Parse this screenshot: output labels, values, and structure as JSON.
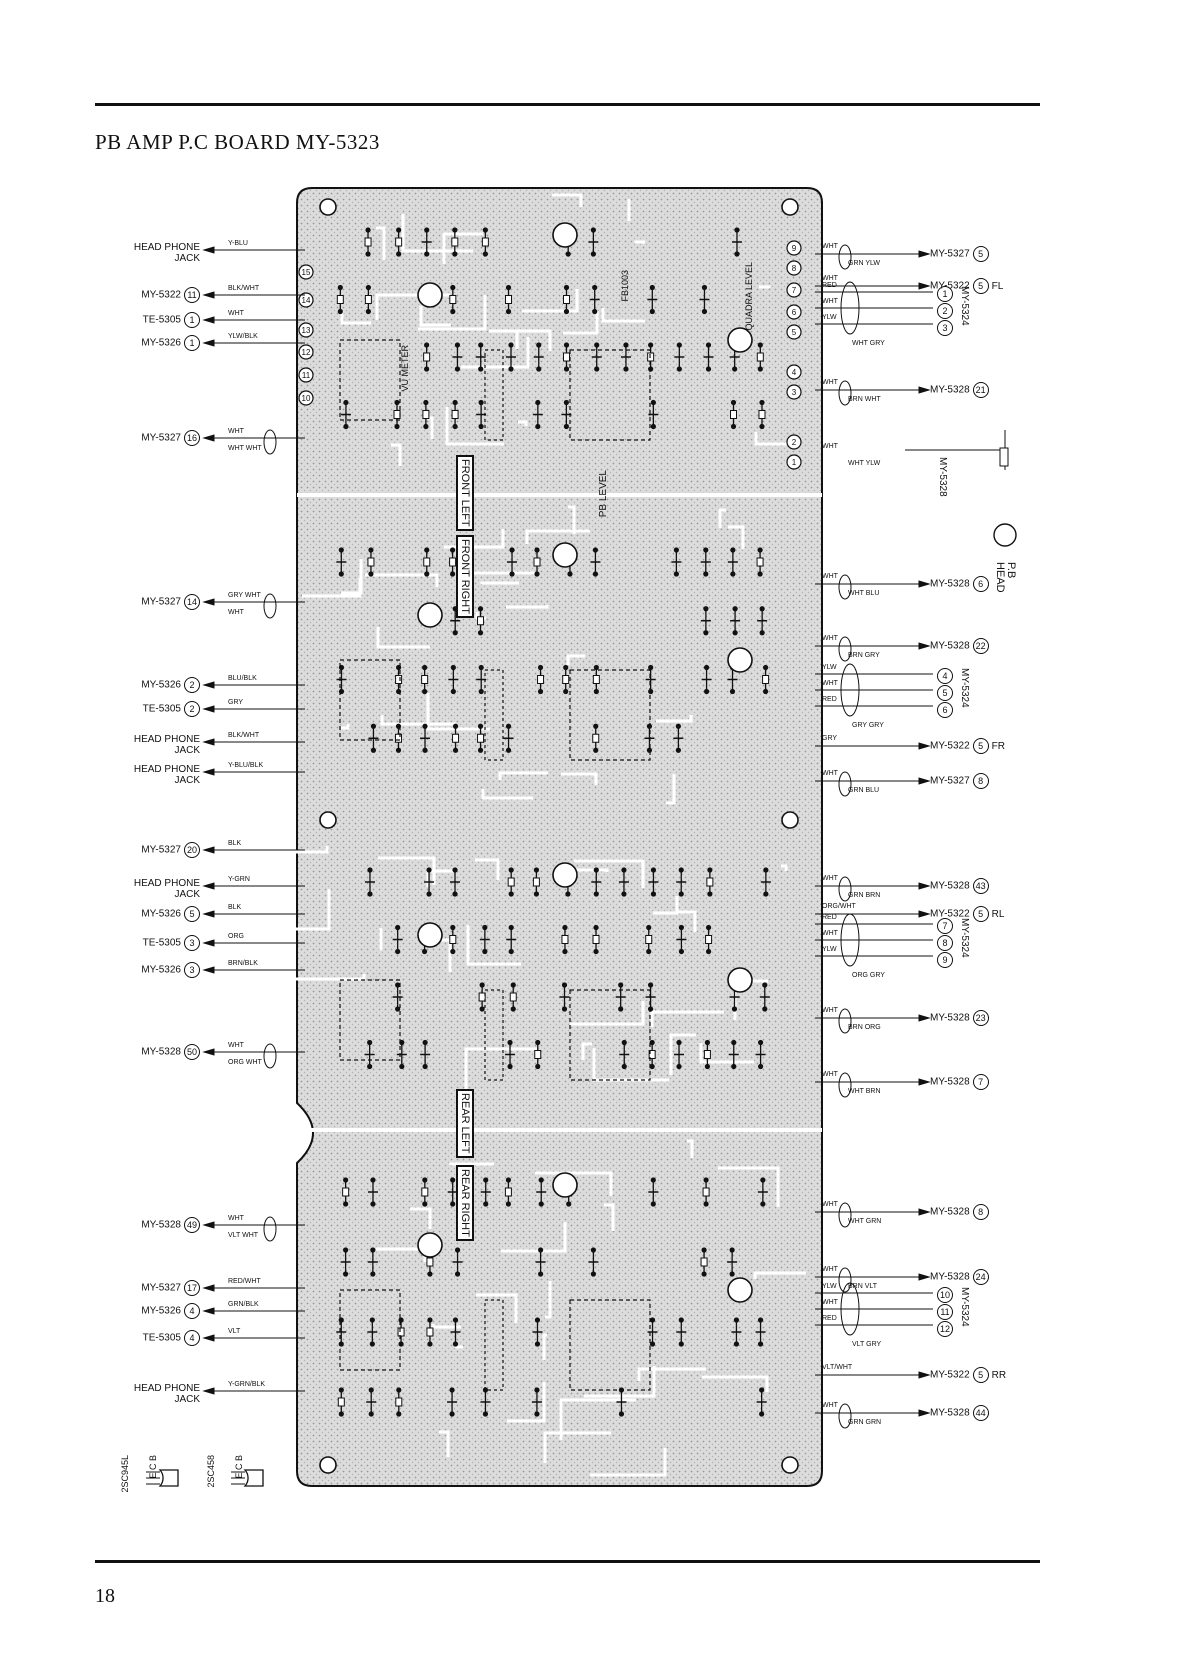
{
  "title": "PB AMP P.C BOARD  MY-5323",
  "page_number": "18",
  "sections": [
    "FRONT LEFT",
    "FRONT RIGHT",
    "REAR LEFT",
    "REAR RIGHT"
  ],
  "left_connections": [
    {
      "label": "HEAD PHONE\nJACK",
      "wire": "Y-BLU",
      "circle": ""
    },
    {
      "label": "MY-5322",
      "wire": "BLK/WHT",
      "circle": "11"
    },
    {
      "label": "TE-5305",
      "wire": "WHT",
      "circle": "1"
    },
    {
      "label": "MY-5326",
      "wire": "YLW/BLK",
      "circle": "1"
    },
    {
      "label": "MY-5327",
      "wire": "WHT",
      "wire2": "WHT  WHT",
      "circle": "16"
    },
    {
      "label": "MY-5327",
      "wire": "GRY  WHT",
      "wire2": "WHT",
      "circle": "14"
    },
    {
      "label": "MY-5326",
      "wire": "BLU/BLK",
      "circle": "2"
    },
    {
      "label": "TE-5305",
      "wire": "GRY",
      "circle": "2"
    },
    {
      "label": "HEAD PHONE\nJACK",
      "wire": "BLK/WHT",
      "circle": ""
    },
    {
      "label": "HEAD PHONE\nJACK",
      "wire": "Y-BLU/BLK",
      "circle": ""
    },
    {
      "label": "MY-5327",
      "wire": "BLK",
      "circle": "20"
    },
    {
      "label": "HEAD PHONE\nJACK",
      "wire": "Y-GRN",
      "circle": ""
    },
    {
      "label": "MY-5326",
      "wire": "BLK",
      "circle": "5"
    },
    {
      "label": "TE-5305",
      "wire": "ORG",
      "circle": "3"
    },
    {
      "label": "MY-5326",
      "wire": "BRN/BLK",
      "circle": "3"
    },
    {
      "label": "MY-5328",
      "wire": "WHT",
      "wire2": "ORG  WHT",
      "circle": "50"
    },
    {
      "label": "MY-5328",
      "wire": "WHT",
      "wire2": "VLT  WHT",
      "circle": "49"
    },
    {
      "label": "MY-5327",
      "wire": "RED/WHT",
      "circle": "17"
    },
    {
      "label": "MY-5326",
      "wire": "GRN/BLK",
      "circle": "4"
    },
    {
      "label": "TE-5305",
      "wire": "VLT",
      "circle": "4"
    },
    {
      "label": "HEAD PHONE\nJACK",
      "wire": "Y-GRN/BLK",
      "circle": ""
    }
  ],
  "right_connections": [
    {
      "label": "MY-5327",
      "circle": "5",
      "wire": "WHT",
      "wire2": "GRN  YLW"
    },
    {
      "label": "MY-5322",
      "circle": "5",
      "suffix": "FL",
      "wire": "WHT"
    },
    {
      "label": "MY-5328",
      "circle": "21",
      "wire": "WHT",
      "wire2": "BRN  WHT"
    },
    {
      "label": "MY-5328",
      "circle": "6",
      "wire": "WHT",
      "wire2": "WHT  BLU"
    },
    {
      "label": "MY-5328",
      "circle": "22",
      "wire": "WHT",
      "wire2": "BRN  GRY"
    },
    {
      "label": "MY-5322",
      "circle": "5",
      "suffix": "FR",
      "wire": "GRY"
    },
    {
      "label": "MY-5327",
      "circle": "8",
      "wire": "WHT",
      "wire2": "GRN  BLU"
    },
    {
      "label": "MY-5328",
      "circle": "43",
      "wire": "WHT",
      "wire2": "GRN  BRN"
    },
    {
      "label": "MY-5322",
      "circle": "5",
      "suffix": "RL",
      "wire": "ORG/WHT"
    },
    {
      "label": "MY-5328",
      "circle": "23",
      "wire": "WHT",
      "wire2": "BRN  ORG"
    },
    {
      "label": "MY-5328",
      "circle": "7",
      "wire": "WHT",
      "wire2": "WHT  BRN"
    },
    {
      "label": "MY-5328",
      "circle": "8",
      "wire": "WHT",
      "wire2": "WHT  GRN"
    },
    {
      "label": "MY-5328",
      "circle": "24",
      "wire": "WHT",
      "wire2": "BRN  VLT"
    },
    {
      "label": "MY-5322",
      "circle": "5",
      "suffix": "RR",
      "wire": "VLT/WHT"
    },
    {
      "label": "MY-5328",
      "circle": "44",
      "wire": "WHT",
      "wire2": "GRN  GRN"
    }
  ],
  "my5324_groups": [
    {
      "label": "MY-5324",
      "circles": [
        "1",
        "2",
        "3"
      ],
      "wires": [
        "RED",
        "WHT",
        "YLW"
      ],
      "wire2": "WHT  GRY"
    },
    {
      "label": "MY-5324",
      "circles": [
        "4",
        "5",
        "6"
      ],
      "wires": [
        "YLW",
        "WHT",
        "RED"
      ],
      "wire2": "GRY  GRY"
    },
    {
      "label": "MY-5324",
      "circles": [
        "7",
        "8",
        "9"
      ],
      "wires": [
        "RED",
        "WHT",
        "YLW"
      ],
      "wire2": "ORG  GRY"
    },
    {
      "label": "MY-5324",
      "circles": [
        "10",
        "11",
        "12"
      ],
      "wires": [
        "YLW",
        "WHT",
        "RED"
      ],
      "wire2": "VLT  GRY"
    }
  ],
  "pb_head": {
    "label": "P.B\nHEAD",
    "connector": "MY-5328",
    "wire": "WHT",
    "wire2": "WHT  YLW"
  },
  "controls": [
    "VU METER",
    "PB LEVEL",
    "QUADRA LEVEL",
    "FB1003"
  ],
  "transistors": [
    {
      "label": "2SC945L",
      "pins": "E C B"
    },
    {
      "label": "2SC458",
      "pins": "E C B"
    }
  ],
  "board_connector_pins_left": [
    "15",
    "14",
    "13",
    "12",
    "11",
    "10"
  ],
  "board_connector_pins_right": [
    "9",
    "8",
    "7",
    "6",
    "5",
    "4",
    "3",
    "2",
    "1"
  ],
  "colors": {
    "ink": "#111111",
    "board": "#d6d6d6",
    "paper": "#ffffff"
  }
}
